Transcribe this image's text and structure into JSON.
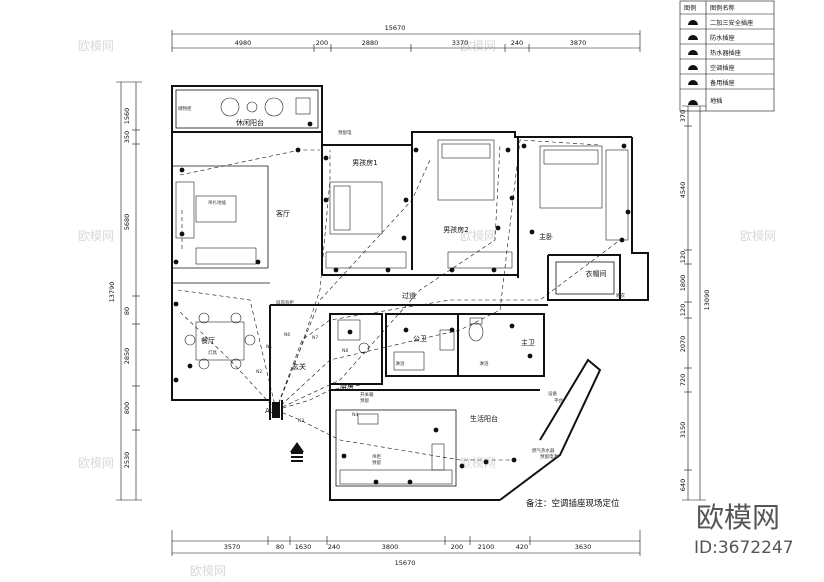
{
  "watermark": {
    "text": "欧模网"
  },
  "dims": {
    "top": [
      "15670",
      "4980",
      "200",
      "2880",
      "3370",
      "240",
      "3870"
    ],
    "bottom": [
      "3570",
      "80",
      "1630",
      "240",
      "3800",
      "200",
      "2100",
      "420",
      "3630",
      "15670"
    ],
    "left": [
      "1560",
      "350",
      "5680",
      "80",
      "2850",
      "800",
      "2530",
      "13790"
    ],
    "right": [
      "370",
      "4540",
      "120",
      "1800",
      "120",
      "2070",
      "720",
      "3150",
      "640",
      "13090"
    ]
  },
  "rooms": {
    "balcony": "休闲阳台",
    "living": "客厅",
    "boy1": "男孩房1",
    "boy2": "男孩房2",
    "master": "主卧",
    "closet": "衣帽间",
    "corridor": "过道",
    "dining": "餐厅",
    "entry": "玄关",
    "public_bath": "公卫",
    "master_bath": "主卫",
    "utility_balcony": "生活阳台",
    "kitchen": "厨房",
    "shower": "淋浴",
    "platform": "设备",
    "platform2": "平台"
  },
  "circuits": [
    "N1",
    "N2",
    "N7",
    "N4",
    "N6",
    "N8",
    "N3",
    "AL"
  ],
  "notes": [
    "预留电",
    "吊扎地插",
    "屏风背柜",
    "开关箱",
    "预留",
    "吊柜",
    "预留",
    "燃气热水器",
    "预留电源",
    "灯具",
    "储物柜",
    "晒衣"
  ],
  "remark": "备注：空调插座现场定位",
  "legend": {
    "header_icon": "图例",
    "header_name": "图例名称",
    "items": [
      "二加三安全插座",
      "防水插座",
      "热水器插座",
      "空调插座",
      "备用插座",
      "地插"
    ]
  },
  "brand": {
    "name": "欧模网",
    "id": "ID:3672247"
  }
}
